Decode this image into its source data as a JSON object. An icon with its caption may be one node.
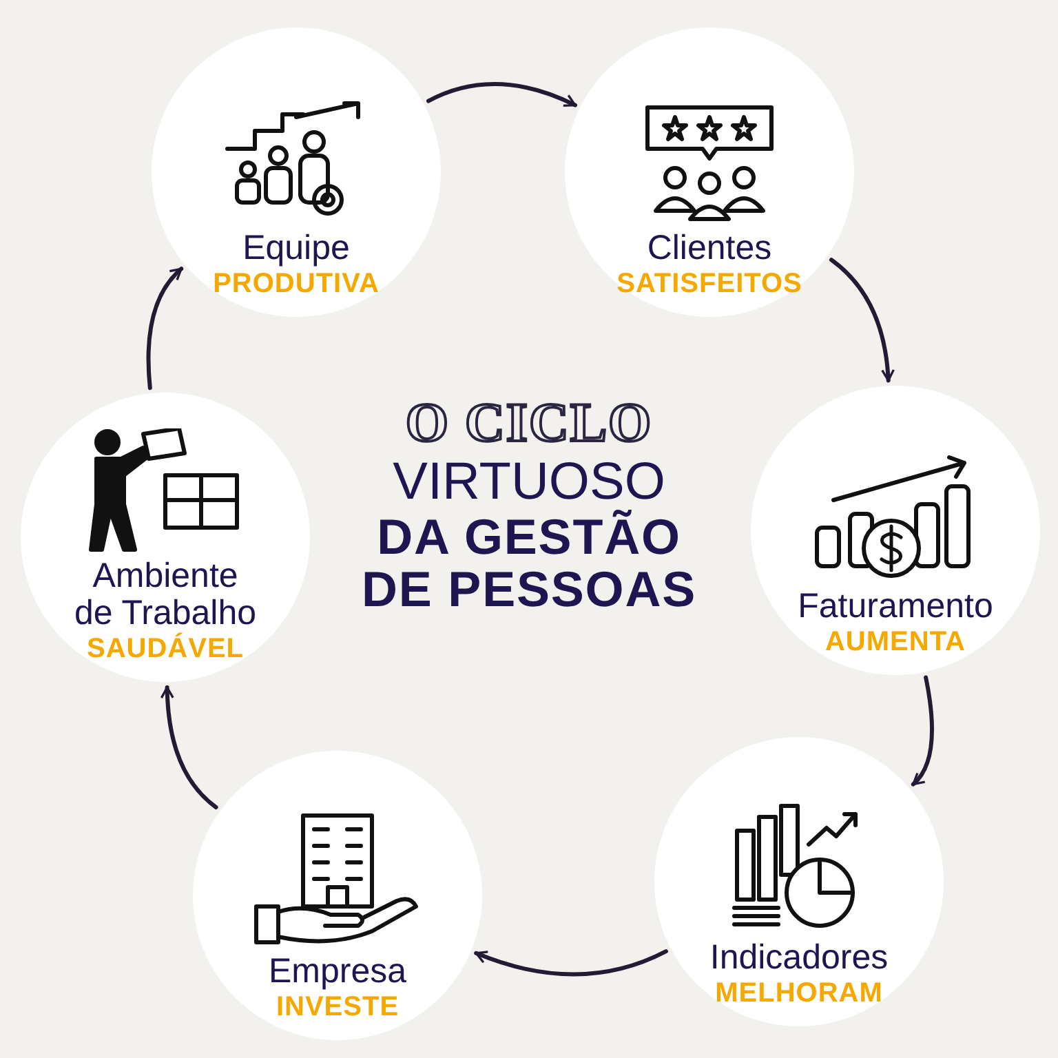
{
  "diagram": {
    "nodes": [
      {
        "text": [
          "Equipe",
          "PRODUTIVA"
        ]
      },
      {
        "text": [
          "Clientes",
          "SATISFEITOS"
        ]
      },
      {
        "text": [
          "Faturamento",
          "AUMENTA"
        ]
      },
      {
        "text": [
          "Indicadores",
          "MELHORAM"
        ]
      },
      {
        "text": [
          "Empresa",
          "INVESTE"
        ]
      },
      {
        "text": [
          "Ambiente de Trabalho",
          "SAUDÁVEL"
        ]
      }
    ],
    "edges": [
      {
        "from": 0,
        "to": 1,
        "arrow": "to"
      },
      {
        "from": 1,
        "to": 2,
        "arrow": "to"
      },
      {
        "from": 2,
        "to": 3,
        "arrow": "to"
      },
      {
        "from": 3,
        "to": 4,
        "arrow": "to"
      },
      {
        "from": 4,
        "to": 5,
        "arrow": "to"
      },
      {
        "from": 5,
        "to": 0,
        "arrow": "to"
      }
    ],
    "labels": [
      "O CICLO",
      "VIRTUOSO",
      "DA GESTÃO DE PESSOAS"
    ]
  }
}
